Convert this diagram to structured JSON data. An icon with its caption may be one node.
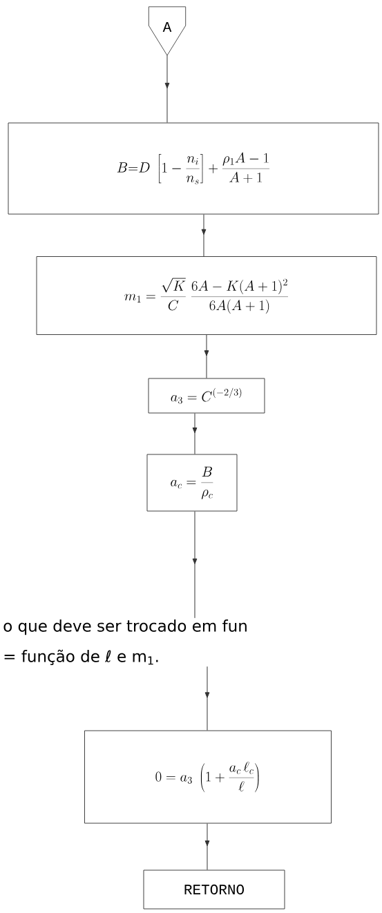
{
  "diagram": {
    "nodes": [
      {
        "text": [
          "A"
        ]
      },
      {
        "text": [
          "B{=}D\\;\\left[1-\\frac{n_{i}}{n_{s}}\\right]+\\frac{\\rho_{1}A-1}{A+1}"
        ]
      },
      {
        "text": [
          "m_{1}=\\frac{\\sqrt{K}}{C}\\;\\frac{6A-K(A+1)^{2}}{6A(A+1)}"
        ]
      },
      {
        "text": [
          "a_{3}=C^{(-2/3)}"
        ]
      },
      {
        "text": [
          "a_{c}=\\frac{B}{\\rho_{c}}"
        ]
      },
      {
        "text": [
          "o que deve ser trocado em fun",
          "= função de ℓ e m$_{1}$."
        ]
      },
      {
        "text": [
          "0=a_{3}\\;\\left(1+\\frac{a_{c}\\,\\ell_{c}}{\\ell}\\right)"
        ]
      },
      {
        "text": [
          "RETORNO"
        ]
      }
    ],
    "edges": [
      {
        "from": 0,
        "to": 1,
        "arrow": "to"
      },
      {
        "from": 1,
        "to": 2,
        "arrow": "to"
      },
      {
        "from": 2,
        "to": 3,
        "arrow": "to"
      },
      {
        "from": 3,
        "to": 4,
        "arrow": "to"
      },
      {
        "from": 4,
        "to": 5,
        "arrow": "to"
      },
      {
        "from": 5,
        "to": 6,
        "arrow": "to"
      },
      {
        "from": 6,
        "to": 7,
        "arrow": "to"
      }
    ]
  }
}
